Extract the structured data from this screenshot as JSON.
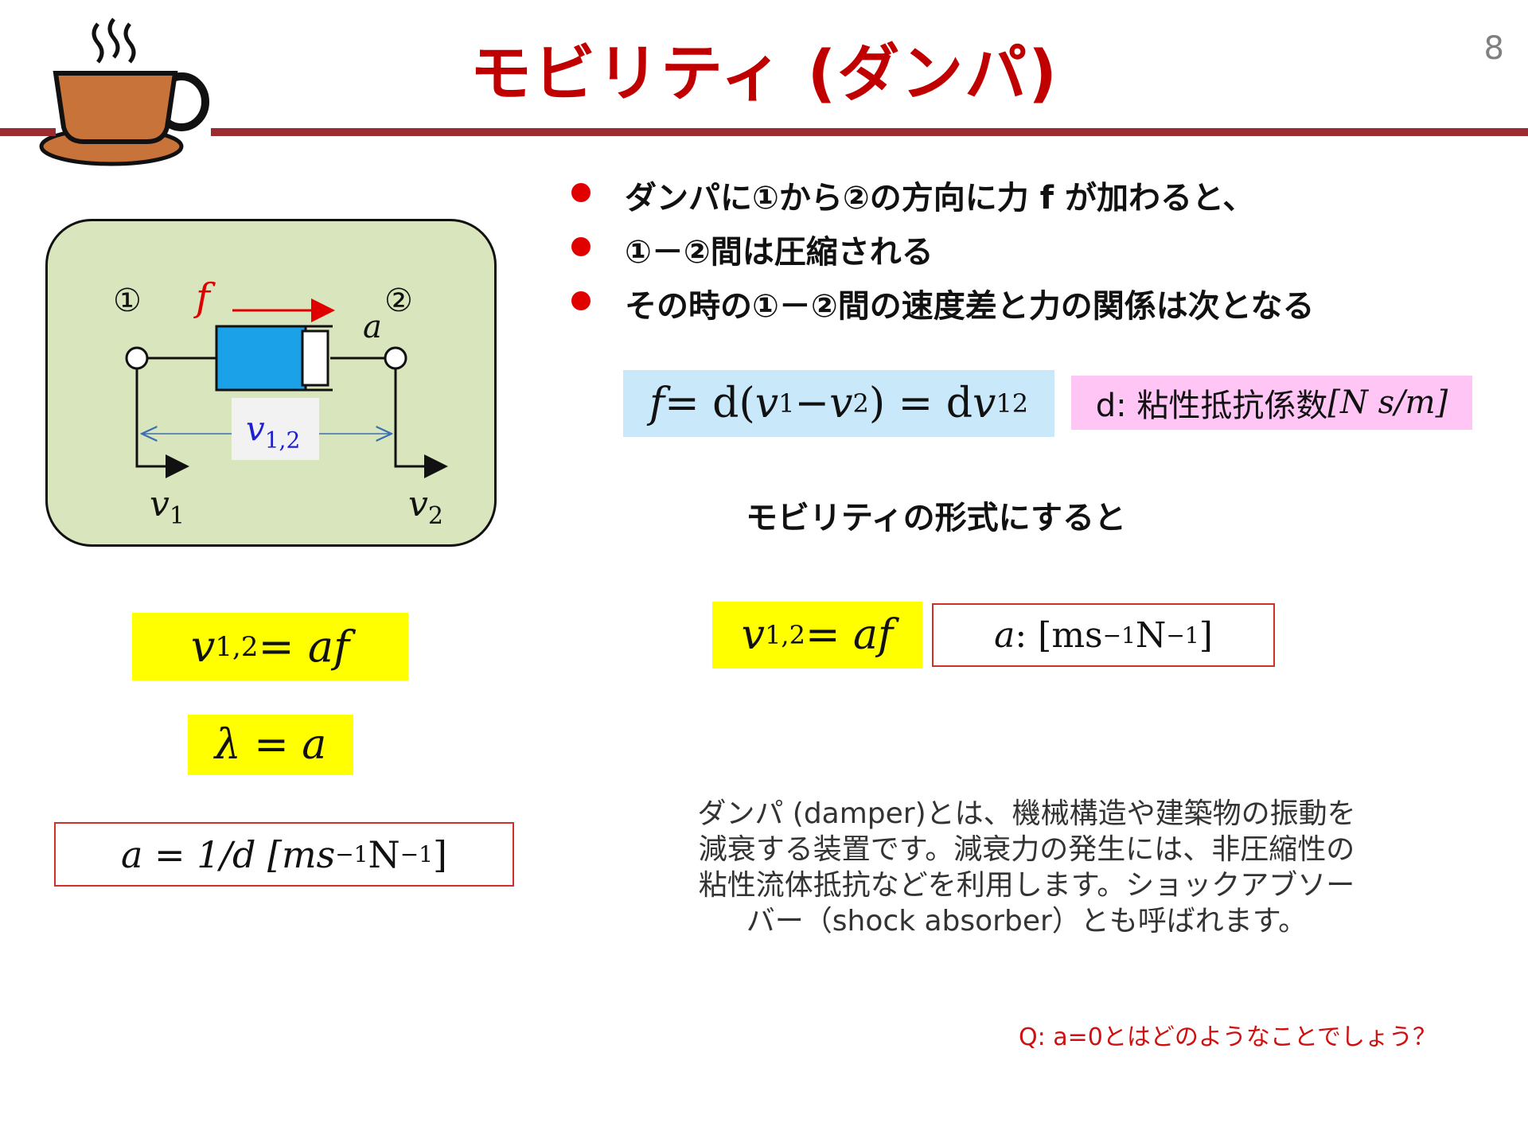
{
  "header": {
    "title": "モビリティ (ダンパ)",
    "page_number": "8"
  },
  "bullets": [
    "ダンパに①から②の方向に力 f が加わると、",
    "①－②間は圧縮される",
    "その時の①－②間の速度差と力の関係は次となる"
  ],
  "diagram": {
    "node1_label": "①",
    "node2_label": "②",
    "force_symbol": "f",
    "mobility_symbol": "a",
    "relative_velocity": {
      "base": "v",
      "sub": "1,2"
    },
    "velocity1": {
      "base": "v",
      "sub": "1"
    },
    "velocity2": {
      "base": "v",
      "sub": "2"
    }
  },
  "equations": {
    "main": {
      "f": "f",
      "eq1": "= d(",
      "v1": "v",
      "s1": "1",
      "minus": " − ",
      "v2": "v",
      "s2": "2",
      "eq2": ") = d",
      "v12": "v",
      "s12": "12"
    },
    "viscous_definition": {
      "label": "d: 粘性抵抗係数",
      "unit": "[N s/m]"
    },
    "mobility_intro": "モビリティの形式にすると",
    "mobility_form": {
      "lhs": "v",
      "sub": "1,2",
      "rhs": " = af"
    },
    "mobility_unit": {
      "a": "a",
      "pre": ": [ms",
      "e1": "−1",
      "mid": "N",
      "e2": "−1",
      "post": "]"
    },
    "left_mobility": {
      "lhs": "v",
      "sub": "1,2",
      "rhs": " = af"
    },
    "lambda_eq": "λ = a",
    "inverse_relation": {
      "pre": "a = 1/d [ms",
      "e1": "−1",
      "mid": "N",
      "e2": "−1",
      "post": "]"
    }
  },
  "explanation": [
    "ダンパ (damper)とは、機械構造や建築物の振動を",
    "減衰する装置です。減衰力の発生には、非圧縮性の",
    "粘性流体抵抗などを利用します。ショックアブソー",
    "バー（shock absorber）とも呼ばれます。"
  ],
  "question": "Q: a=0とはどのようなことでしょう？",
  "colors": {
    "title": "#c00000",
    "rule": "#9b2b30",
    "bullet": "#e00000",
    "diagram_bg": "#d9e5bd",
    "damper_body": "#1ba1e8",
    "highlight_yellow": "#ffff00",
    "highlight_blue": "#c9e9fa",
    "highlight_pink": "#ffc6f5",
    "box_border": "#d0302a"
  },
  "icons": [
    "coffee-cup-icon"
  ]
}
